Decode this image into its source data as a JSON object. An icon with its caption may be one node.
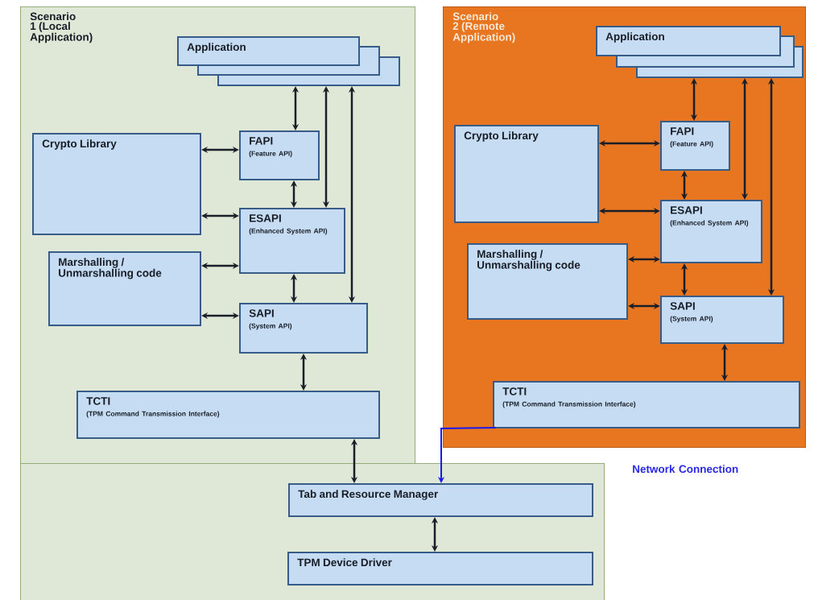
{
  "diagram": {
    "nodes": [
      {
        "text": [
          "Scenario 1 (Local Application)"
        ]
      },
      {
        "text": [
          "Application"
        ],
        "in": 0
      },
      {
        "text": [],
        "shape": "box",
        "in": 0
      },
      {
        "text": [],
        "shape": "box",
        "in": 0
      },
      {
        "text": [
          "Crypto Library"
        ],
        "in": 0
      },
      {
        "text": [
          "FAPI",
          "(Feature API)"
        ],
        "in": 0
      },
      {
        "text": [
          "ESAPI",
          "(Enhanced System API)"
        ],
        "in": 0
      },
      {
        "text": [
          "Marshalling / Unmarshalling code"
        ],
        "in": 0
      },
      {
        "text": [
          "SAPI",
          "(System API)"
        ],
        "in": 0
      },
      {
        "text": [
          "TCTI",
          "(TPM Command Transmission Interface)"
        ],
        "in": 0
      },
      {
        "text": [
          "Scenario 2 (Remote Application)"
        ]
      },
      {
        "text": [
          "Application"
        ],
        "in": 10
      },
      {
        "text": [],
        "shape": "box",
        "in": 10
      },
      {
        "text": [],
        "shape": "box",
        "in": 10
      },
      {
        "text": [
          "Crypto Library"
        ],
        "in": 10
      },
      {
        "text": [
          "FAPI",
          "(Feature API)"
        ],
        "in": 10
      },
      {
        "text": [
          "ESAPI",
          "(Enhanced System API)"
        ],
        "in": 10
      },
      {
        "text": [
          "Marshalling / Unmarshalling code"
        ],
        "in": 10
      },
      {
        "text": [
          "SAPI",
          "(System API)"
        ],
        "in": 10
      },
      {
        "text": [
          "TCTI",
          "(TPM Command Transmission Interface)"
        ],
        "in": 10
      },
      {
        "text": [],
        "shape": "box"
      },
      {
        "text": [
          "Tab and Resource Manager"
        ],
        "in": 20
      },
      {
        "text": [
          "TPM Device Driver"
        ],
        "in": 20
      }
    ],
    "edges": [
      {
        "from": 3,
        "to": 5,
        "arrow": "both"
      },
      {
        "from": 3,
        "to": 6,
        "arrow": "both"
      },
      {
        "from": 3,
        "to": 8,
        "arrow": "both"
      },
      {
        "from": 4,
        "to": 5,
        "arrow": "both"
      },
      {
        "from": 4,
        "to": 6,
        "arrow": "both"
      },
      {
        "from": 7,
        "to": 6,
        "arrow": "both"
      },
      {
        "from": 7,
        "to": 8,
        "arrow": "both"
      },
      {
        "from": 5,
        "to": 6,
        "arrow": "both"
      },
      {
        "from": 6,
        "to": 8,
        "arrow": "both"
      },
      {
        "from": 8,
        "to": 9,
        "arrow": "both"
      },
      {
        "from": 9,
        "to": 21,
        "arrow": "both"
      },
      {
        "from": 13,
        "to": 15,
        "arrow": "both"
      },
      {
        "from": 13,
        "to": 16,
        "arrow": "both"
      },
      {
        "from": 13,
        "to": 18,
        "arrow": "both"
      },
      {
        "from": 14,
        "to": 15,
        "arrow": "both"
      },
      {
        "from": 14,
        "to": 16,
        "arrow": "both"
      },
      {
        "from": 17,
        "to": 16,
        "arrow": "both"
      },
      {
        "from": 17,
        "to": 18,
        "arrow": "both"
      },
      {
        "from": 15,
        "to": 16,
        "arrow": "both"
      },
      {
        "from": 16,
        "to": 18,
        "arrow": "both"
      },
      {
        "from": 18,
        "to": 19,
        "arrow": "both"
      },
      {
        "from": 19,
        "to": 21,
        "arrow": "to",
        "color": "#1a1aee"
      },
      {
        "from": 21,
        "to": 22,
        "arrow": "both"
      }
    ],
    "labels": [
      "Network Connection"
    ]
  }
}
